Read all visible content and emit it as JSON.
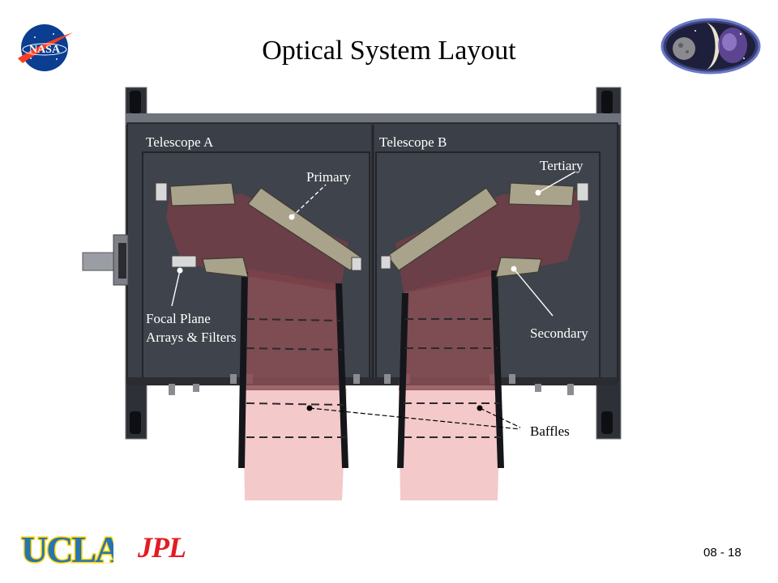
{
  "slide": {
    "title": "Optical System Layout",
    "number": "08 - 18"
  },
  "logos": {
    "nasa": "NASA",
    "ucla": "UCLA",
    "jpl": "JPL"
  },
  "diagram": {
    "telescope_a": "Telescope A",
    "telescope_b": "Telescope B",
    "primary": "Primary",
    "tertiary": "Tertiary",
    "focal_plane_line1": "Focal Plane",
    "focal_plane_line2": "Arrays & Filters",
    "secondary": "Secondary",
    "baffles": "Baffles"
  },
  "colors": {
    "housing": "#3b3f47",
    "beam": "#e8a7a7",
    "mirror": "#a9a38c",
    "nasa_blue": "#0b3d91",
    "nasa_red": "#fc3d21",
    "ucla_blue": "#2774ae",
    "ucla_gold": "#ffd100",
    "jpl_red": "#e31b23"
  }
}
